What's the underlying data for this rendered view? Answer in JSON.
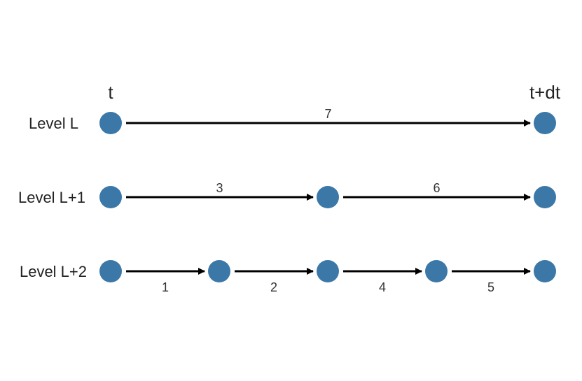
{
  "time_labels": {
    "start": "t",
    "end": "t+dt"
  },
  "levels": [
    {
      "label": "Level L",
      "steps": [
        {
          "number": "7",
          "position": "above"
        }
      ]
    },
    {
      "label": "Level L+1",
      "steps": [
        {
          "number": "3",
          "position": "above"
        },
        {
          "number": "6",
          "position": "above"
        }
      ]
    },
    {
      "label": "Level L+2",
      "steps": [
        {
          "number": "1",
          "position": "below"
        },
        {
          "number": "2",
          "position": "below"
        },
        {
          "number": "4",
          "position": "below"
        },
        {
          "number": "5",
          "position": "below"
        }
      ]
    }
  ],
  "colors": {
    "node_fill": "#3b78a8",
    "arrow": "#000000"
  }
}
